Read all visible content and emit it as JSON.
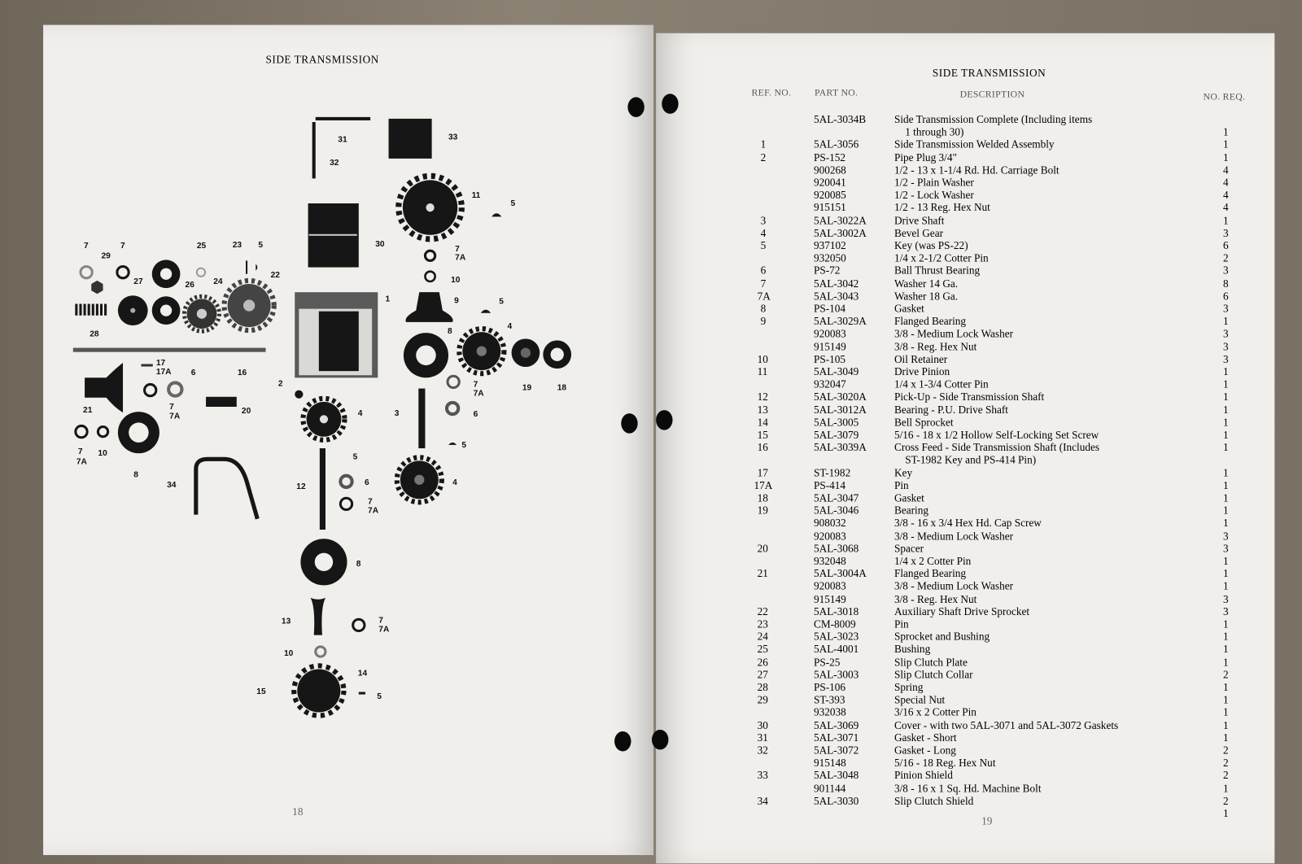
{
  "left_page": {
    "title": "SIDE TRANSMISSION",
    "page_number": "18",
    "diagram": {
      "callouts": [
        "31",
        "32",
        "33",
        "11",
        "5",
        "30",
        "7",
        "7A",
        "10",
        "9",
        "5",
        "1",
        "8",
        "4",
        "19",
        "18",
        "7",
        "7A",
        "6",
        "3",
        "5",
        "2",
        "4",
        "4",
        "5",
        "12",
        "6",
        "7",
        "7A",
        "8",
        "13",
        "7",
        "7A",
        "10",
        "15",
        "14",
        "5",
        "7",
        "29",
        "7",
        "25",
        "23",
        "5",
        "22",
        "27",
        "26",
        "24",
        "28",
        "16",
        "17",
        "17A",
        "21",
        "6",
        "7",
        "7A",
        "20",
        "7",
        "7A",
        "10",
        "8",
        "34"
      ]
    }
  },
  "right_page": {
    "title": "SIDE TRANSMISSION",
    "page_number": "19",
    "headers": {
      "ref": "REF. NO.",
      "part": "PART NO.",
      "desc": "DESCRIPTION",
      "qty": "NO. REQ."
    },
    "rows": [
      {
        "ref": "",
        "part": "5AL-3034B",
        "desc": "Side Transmission Complete (Including items",
        "desc2": "    1 through 30)",
        "qty": "1"
      },
      {
        "ref": "1",
        "part": "5AL-3056",
        "desc": "Side Transmission Welded Assembly",
        "qty": "1"
      },
      {
        "ref": "2",
        "part": "PS-152",
        "desc": "Pipe Plug 3/4\"",
        "qty": "1"
      },
      {
        "ref": "",
        "part": "900268",
        "desc": "1/2 - 13 x 1-1/4 Rd. Hd. Carriage Bolt",
        "qty": "4"
      },
      {
        "ref": "",
        "part": "920041",
        "desc": "1/2 - Plain Washer",
        "qty": "4"
      },
      {
        "ref": "",
        "part": "920085",
        "desc": "1/2 - Lock Washer",
        "qty": "4"
      },
      {
        "ref": "",
        "part": "915151",
        "desc": "1/2 - 13 Reg. Hex Nut",
        "qty": "4"
      },
      {
        "ref": "3",
        "part": "5AL-3022A",
        "desc": "Drive Shaft",
        "qty": "1"
      },
      {
        "ref": "4",
        "part": "5AL-3002A",
        "desc": "Bevel Gear",
        "qty": "3"
      },
      {
        "ref": "5",
        "part": "937102",
        "desc": "Key (was PS-22)",
        "qty": "6"
      },
      {
        "ref": "",
        "part": "932050",
        "desc": "1/4 x 2-1/2 Cotter Pin",
        "qty": "2"
      },
      {
        "ref": "6",
        "part": "PS-72",
        "desc": "Ball Thrust Bearing",
        "qty": "3"
      },
      {
        "ref": "7",
        "part": "5AL-3042",
        "desc": "Washer 14 Ga.",
        "qty": "8"
      },
      {
        "ref": "7A",
        "part": "5AL-3043",
        "desc": "Washer 18 Ga.",
        "qty": "6"
      },
      {
        "ref": "8",
        "part": "PS-104",
        "desc": "Gasket",
        "qty": "3"
      },
      {
        "ref": "9",
        "part": "5AL-3029A",
        "desc": "Flanged Bearing",
        "qty": "1"
      },
      {
        "ref": "",
        "part": "920083",
        "desc": "3/8 - Medium Lock Washer",
        "qty": "3"
      },
      {
        "ref": "",
        "part": "915149",
        "desc": "3/8 - Reg. Hex Nut",
        "qty": "3"
      },
      {
        "ref": "10",
        "part": "PS-105",
        "desc": "Oil Retainer",
        "qty": "3"
      },
      {
        "ref": "11",
        "part": "5AL-3049",
        "desc": "Drive Pinion",
        "qty": "1"
      },
      {
        "ref": "",
        "part": "932047",
        "desc": "1/4 x 1-3/4 Cotter Pin",
        "qty": "1"
      },
      {
        "ref": "12",
        "part": "5AL-3020A",
        "desc": "Pick-Up - Side Transmission Shaft",
        "qty": "1"
      },
      {
        "ref": "13",
        "part": "5AL-3012A",
        "desc": "Bearing - P.U. Drive Shaft",
        "qty": "1"
      },
      {
        "ref": "14",
        "part": "5AL-3005",
        "desc": "Bell Sprocket",
        "qty": "1"
      },
      {
        "ref": "15",
        "part": "5AL-3079",
        "desc": "5/16 - 18 x 1/2 Hollow Self-Locking Set Screw",
        "qty": "1"
      },
      {
        "ref": "16",
        "part": "5AL-3039A",
        "desc": "Cross Feed - Side Transmission Shaft (Includes",
        "desc2": "    ST-1982 Key and PS-414 Pin)",
        "qty": "1"
      },
      {
        "ref": "17",
        "part": "ST-1982",
        "desc": "Key",
        "qty": "1"
      },
      {
        "ref": "17A",
        "part": "PS-414",
        "desc": "Pin",
        "qty": "1"
      },
      {
        "ref": "18",
        "part": "5AL-3047",
        "desc": "Gasket",
        "qty": "1"
      },
      {
        "ref": "19",
        "part": "5AL-3046",
        "desc": "Bearing",
        "qty": "1"
      },
      {
        "ref": "",
        "part": "908032",
        "desc": "3/8 - 16 x 3/4 Hex Hd. Cap Screw",
        "qty": "1"
      },
      {
        "ref": "",
        "part": "920083",
        "desc": "3/8 - Medium Lock Washer",
        "qty": "3"
      },
      {
        "ref": "20",
        "part": "5AL-3068",
        "desc": "Spacer",
        "qty": "3"
      },
      {
        "ref": "",
        "part": "932048",
        "desc": "1/4 x 2 Cotter Pin",
        "qty": "1"
      },
      {
        "ref": "21",
        "part": "5AL-3004A",
        "desc": "Flanged Bearing",
        "qty": "1"
      },
      {
        "ref": "",
        "part": "920083",
        "desc": "3/8 - Medium Lock Washer",
        "qty": "1"
      },
      {
        "ref": "",
        "part": "915149",
        "desc": "3/8 - Reg. Hex Nut",
        "qty": "3"
      },
      {
        "ref": "22",
        "part": "5AL-3018",
        "desc": "Auxiliary Shaft Drive Sprocket",
        "qty": "3"
      },
      {
        "ref": "23",
        "part": "CM-8009",
        "desc": "Pin",
        "qty": "1"
      },
      {
        "ref": "24",
        "part": "5AL-3023",
        "desc": "Sprocket and Bushing",
        "qty": "1"
      },
      {
        "ref": "25",
        "part": "5AL-4001",
        "desc": "Bushing",
        "qty": "1"
      },
      {
        "ref": "26",
        "part": "PS-25",
        "desc": "Slip Clutch Plate",
        "qty": "1"
      },
      {
        "ref": "27",
        "part": "5AL-3003",
        "desc": "Slip Clutch Collar",
        "qty": "2"
      },
      {
        "ref": "28",
        "part": "PS-106",
        "desc": "Spring",
        "qty": "1"
      },
      {
        "ref": "29",
        "part": "ST-393",
        "desc": "Special Nut",
        "qty": "1"
      },
      {
        "ref": "",
        "part": "932038",
        "desc": "3/16 x 2 Cotter Pin",
        "qty": "1"
      },
      {
        "ref": "30",
        "part": "5AL-3069",
        "desc": "Cover - with two 5AL-3071 and 5AL-3072 Gaskets",
        "qty": "1"
      },
      {
        "ref": "31",
        "part": "5AL-3071",
        "desc": "Gasket - Short",
        "qty": "1"
      },
      {
        "ref": "32",
        "part": "5AL-3072",
        "desc": "Gasket - Long",
        "qty": "2"
      },
      {
        "ref": "",
        "part": "915148",
        "desc": "5/16 - 18 Reg. Hex Nut",
        "qty": "2"
      },
      {
        "ref": "33",
        "part": "5AL-3048",
        "desc": "Pinion Shield",
        "qty": "2"
      },
      {
        "ref": "",
        "part": "901144",
        "desc": "3/8 - 16 x 1 Sq. Hd. Machine Bolt",
        "qty": "1"
      },
      {
        "ref": "34",
        "part": "5AL-3030",
        "desc": "Slip Clutch Shield",
        "qty": "2"
      }
    ],
    "trailing_qty": "1"
  },
  "colors": {
    "paper": "#f0efeb",
    "ink": "#2b2b2b",
    "background": "#7d7468"
  }
}
